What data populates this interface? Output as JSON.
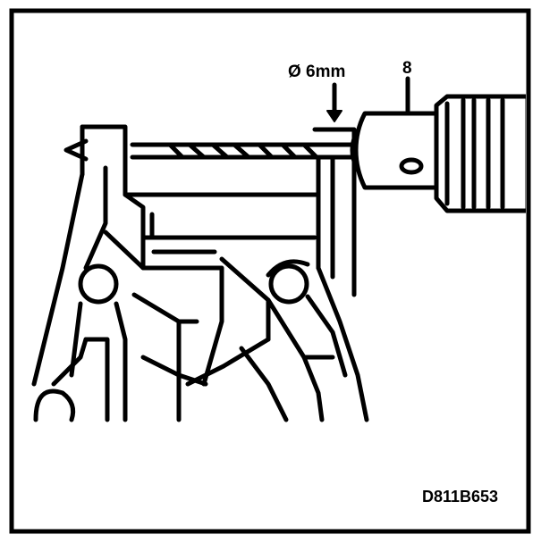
{
  "figure": {
    "dimension_label": "Ø 6mm",
    "callout_number": "8",
    "figure_code": "D811B653"
  },
  "colors": {
    "ink": "#000000",
    "paper": "#ffffff"
  }
}
